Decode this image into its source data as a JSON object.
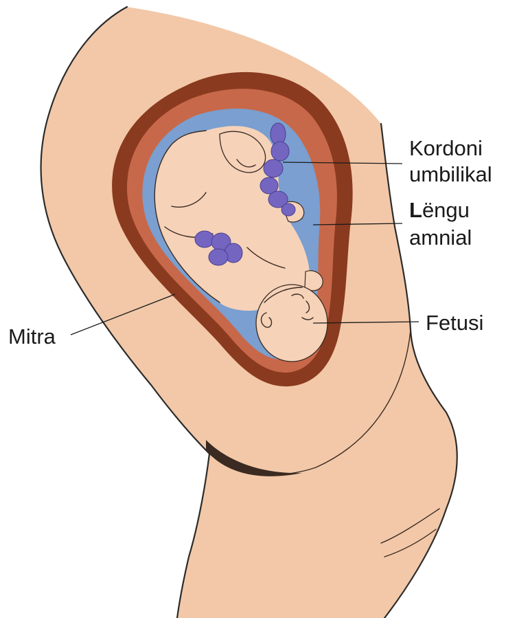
{
  "labels": {
    "umbilical_cord_line1": "Kordoni",
    "umbilical_cord_line2": "umbilikal",
    "amniotic_fluid_line1_first": "L",
    "amniotic_fluid_line1_rest": "ëngu",
    "amniotic_fluid_line2": "amnial",
    "fetus": "Fetusi",
    "uterus": "Mitra"
  },
  "colors": {
    "skin": "#f2c8a8",
    "uterus_wall_dark": "#8a3a1f",
    "uterus_wall_mid": "#c8684a",
    "amniotic_fluid": "#7a9fd0",
    "fetus_skin": "#f5d2b8",
    "umbilical_cord": "#7466c0",
    "outline": "#2b2b2b"
  }
}
